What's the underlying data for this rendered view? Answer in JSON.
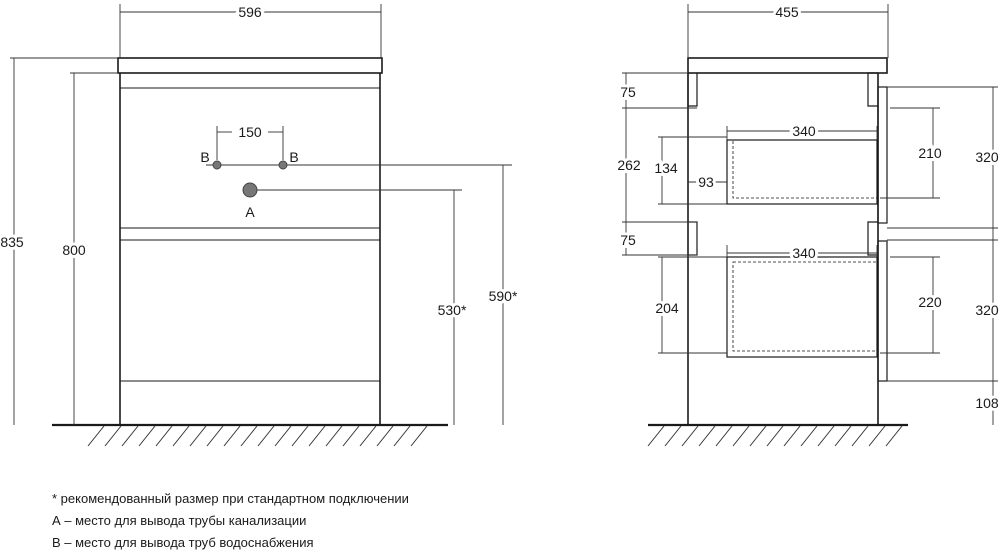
{
  "front_view": {
    "width": "596",
    "pipe_spacing": "150",
    "pipe_b_left_label": "B",
    "pipe_b_right_label": "B",
    "pipe_a_label": "A",
    "total_height": "835",
    "body_height": "800",
    "height_a": "530*",
    "height_b": "590*"
  },
  "side_view": {
    "depth": "455",
    "left_dims": [
      "75",
      "262",
      "134",
      "93",
      "75",
      "204"
    ],
    "drawer_depth_top": "340",
    "drawer_depth_bottom": "340",
    "inner_dims": [
      "210",
      "220"
    ],
    "right_dims": [
      "320",
      "320",
      "108"
    ]
  },
  "notes": [
    "* рекомендованный размер при стандартном подключении",
    "А – место для вывода трубы канализации",
    "В – место для вывода труб водоснабжения"
  ],
  "colors": {
    "line": "#1a1a1a",
    "dim_line": "#333333",
    "pipe_fill": "#777777"
  }
}
